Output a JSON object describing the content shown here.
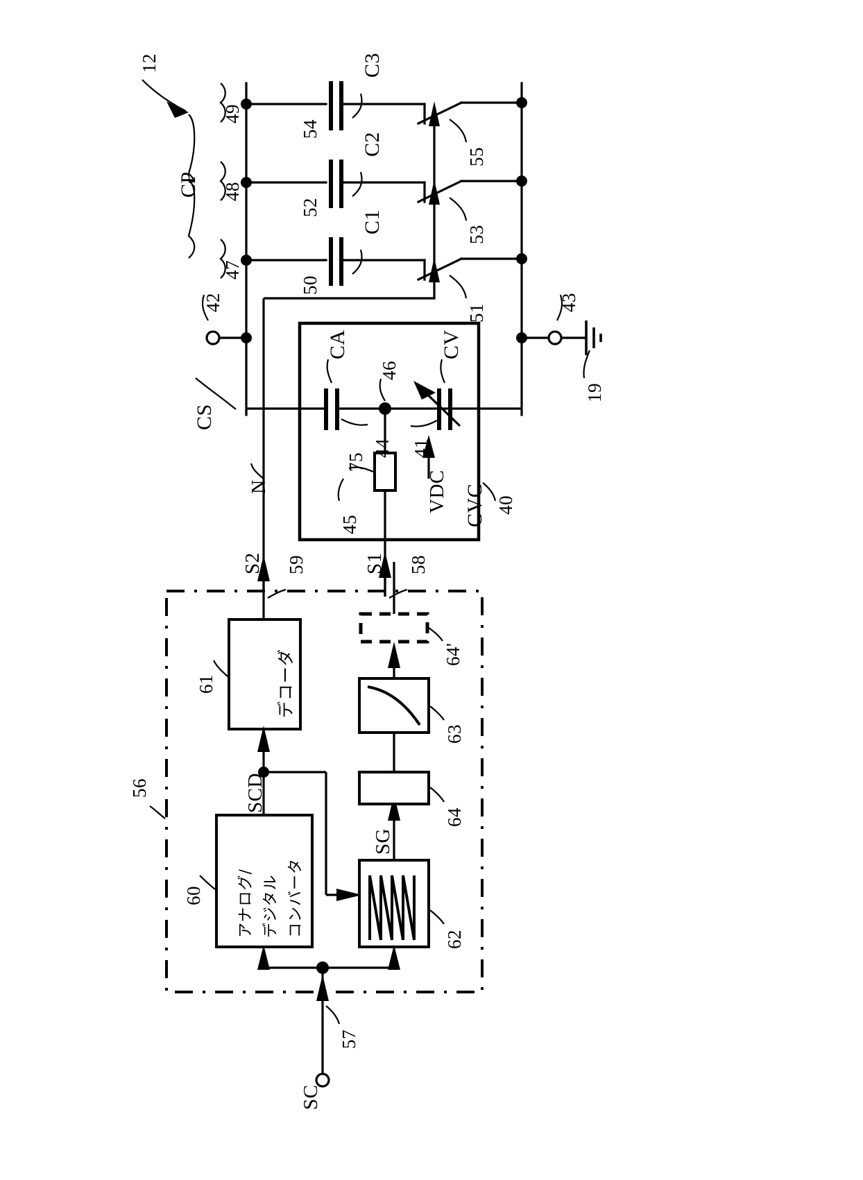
{
  "figure": {
    "type": "patent-circuit-diagram",
    "orientation": "rotated-90-ccw",
    "figure_ref": "12"
  },
  "reference_numerals": {
    "assembly": "12",
    "capacitor_bank_bracket": "CP",
    "node_47": "47",
    "node_48": "48",
    "node_49": "49",
    "cap_50": "50",
    "switch_51": "51",
    "cap_52": "52",
    "switch_53": "53",
    "cap_54": "54",
    "switch_55": "55",
    "terminal_42": "42",
    "terminal_43": "43",
    "ground_19": "19",
    "cvc_block": "40",
    "cvc_node_46": "46",
    "cap_ca_44": "44",
    "cap_cv_41": "41",
    "resistor_75": "75",
    "resistor_lead_45": "45",
    "controller_56": "56",
    "input_terminal_57": "57",
    "output_58": "58",
    "output_59": "59",
    "adc_60": "60",
    "decoder_61": "61",
    "sawtooth_62": "62",
    "filter_63": "63",
    "block_64": "64",
    "block_64p": "64'"
  },
  "signal_labels": {
    "cs": "CS",
    "n": "N",
    "s1": "S1",
    "s2": "S2",
    "sc": "SC",
    "scd": "SCD",
    "sg": "SG",
    "vdc": "VDC",
    "cvc": "CVC",
    "ca": "CA",
    "cv": "CV",
    "c1": "C1",
    "c2": "C2",
    "c3": "C3",
    "cp": "CP"
  },
  "blocks": {
    "adc": {
      "ref": "60",
      "text": "アナログ/デジタルコンバータ",
      "lines": [
        "アナログ/",
        "デジタル",
        "コンバータ"
      ]
    },
    "decoder": {
      "ref": "61",
      "text": "デコーダ",
      "lines": [
        "デコーダ"
      ]
    },
    "sawtooth": {
      "ref": "62",
      "icon": "sawtooth-waveform"
    },
    "filter": {
      "ref": "63",
      "icon": "response-curve"
    },
    "driver": {
      "ref": "64",
      "icon": "plain-box"
    },
    "driver_optional": {
      "ref": "64'",
      "icon": "dashed-box"
    },
    "cvc": {
      "ref": "40",
      "title": "CVC"
    }
  },
  "colors": {
    "line": "#000000",
    "background": "#ffffff"
  }
}
